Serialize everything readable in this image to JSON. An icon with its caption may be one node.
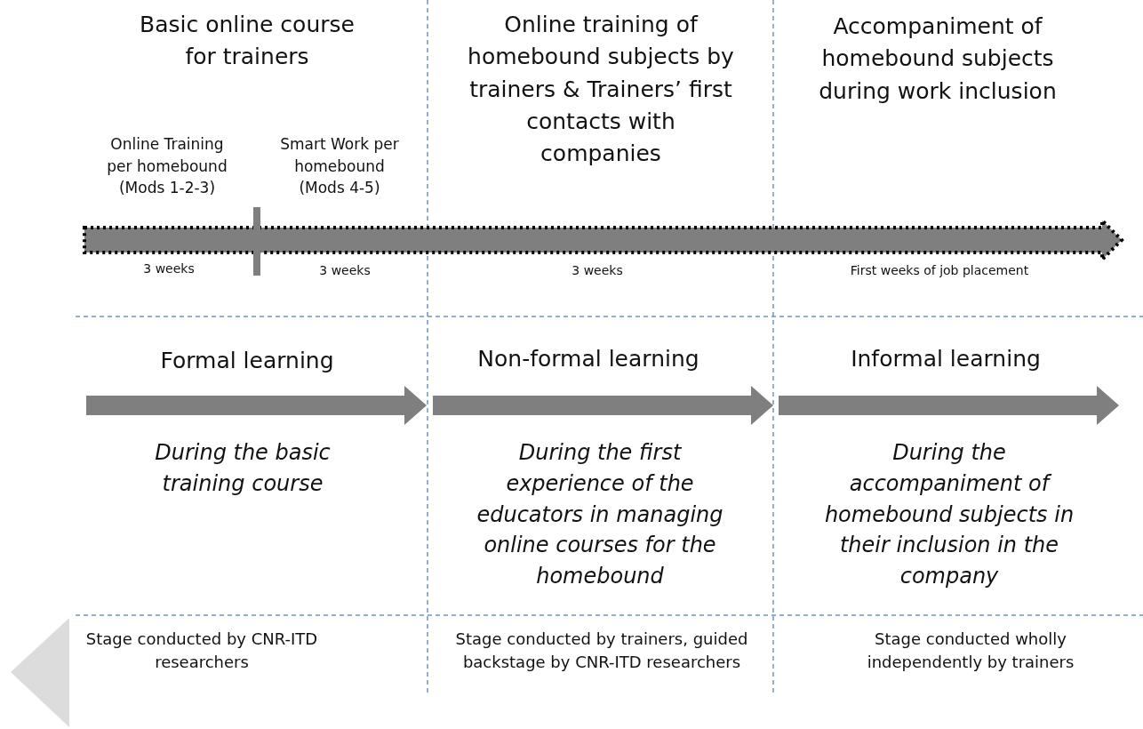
{
  "diagram": {
    "nodes": [
      {
        "text": [],
        "shape": "triangle"
      }
    ],
    "labels": [
      "Basic online course for trainers",
      "Online training of homebound subjects by trainers & Trainers’ first contacts with companies",
      "Accompaniment of homebound subjects during work inclusion",
      "Online Training per homebound (Mods 1-2-3)",
      "Smart Work per homebound (Mods 4-5)",
      "3 weeks",
      "3 weeks",
      "3 weeks",
      "First weeks of job placement",
      "Formal learning",
      "Non-formal learning",
      "Informal learning",
      "During the basic training course",
      "During the first experience of the educators in managing online courses for the homebound",
      "During the accompaniment of homebound subjects in their inclusion in the company",
      "Stage conducted by CNR-ITD researchers",
      "Stage conducted by trainers, guided backstage by CNR-ITD researchers",
      "Stage conducted wholly independently by trainers"
    ]
  }
}
